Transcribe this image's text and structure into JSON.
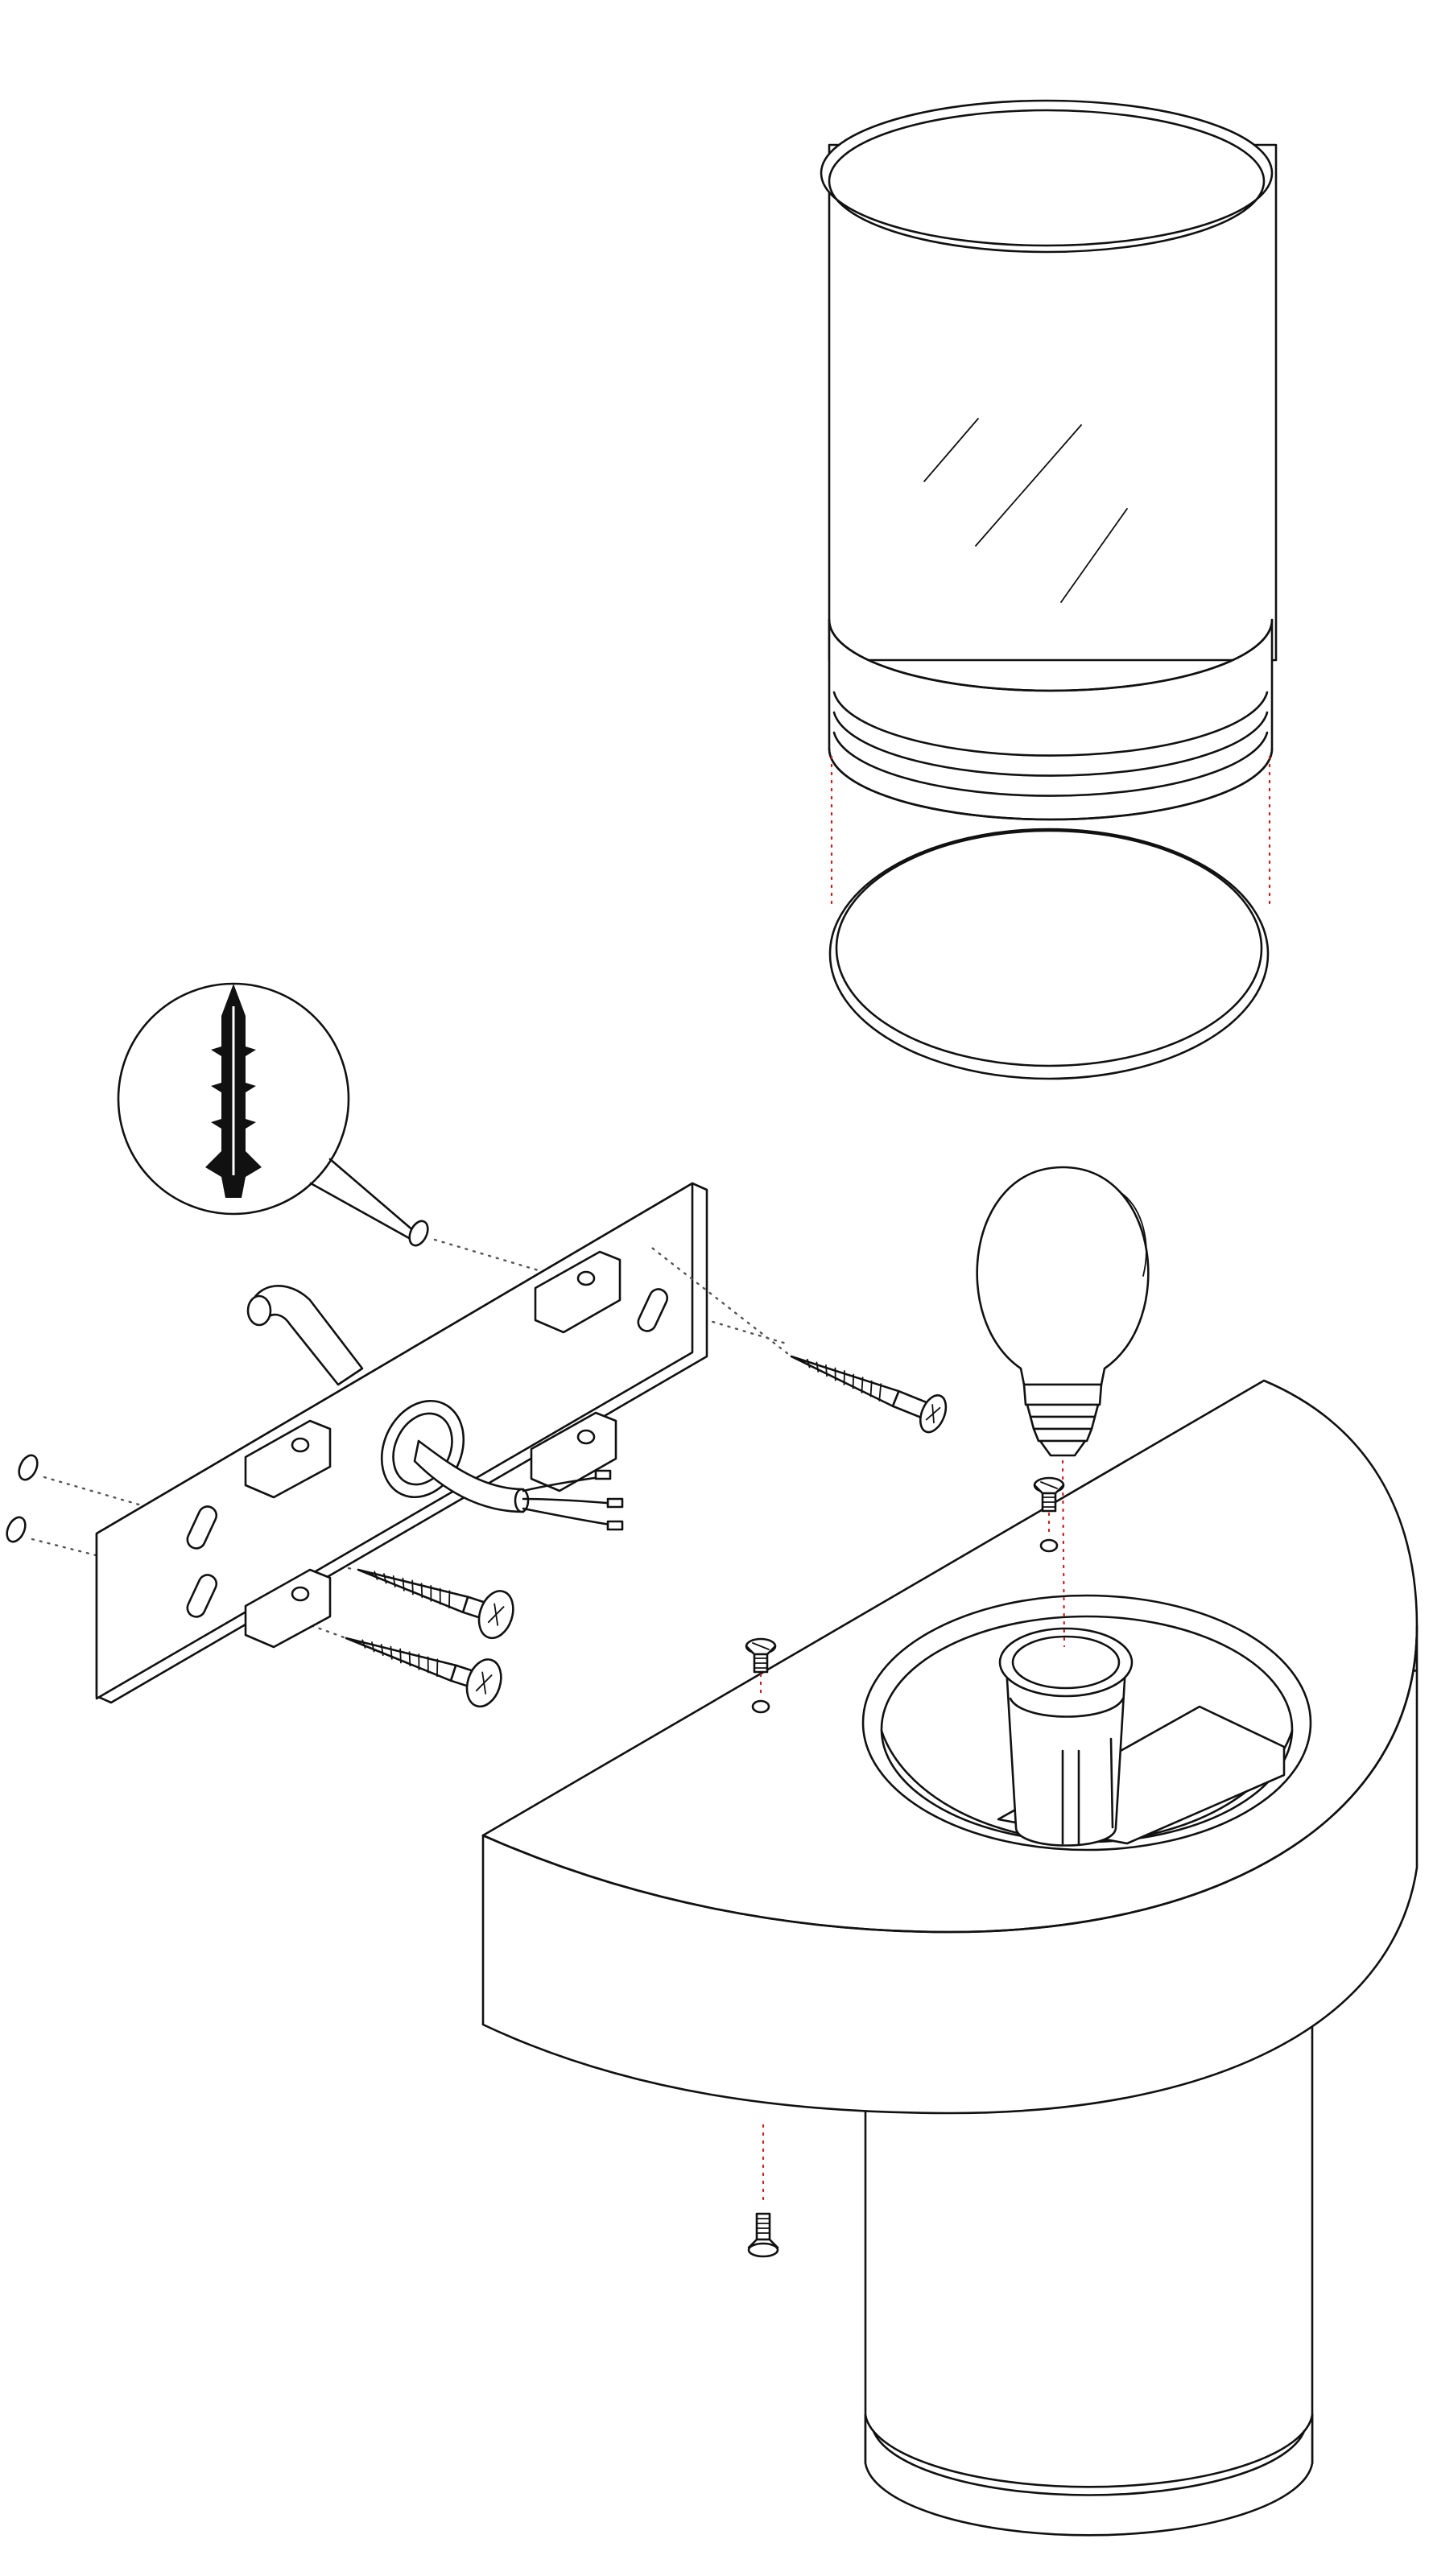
{
  "diagram": {
    "colors": {
      "line": "#111111",
      "background": "#ffffff",
      "guide": "#555555",
      "guide_accent": "#c81e1e"
    },
    "parts": [
      "glass-cylinder-shade",
      "shade-gasket-ring",
      "light-bulb-icon",
      "wall-mounting-plate",
      "wall-plug-detail",
      "power-cable",
      "wood-screw",
      "small-machine-screw",
      "lamp-socket",
      "half-round-lamp-body",
      "lower-cylinder-base"
    ]
  }
}
